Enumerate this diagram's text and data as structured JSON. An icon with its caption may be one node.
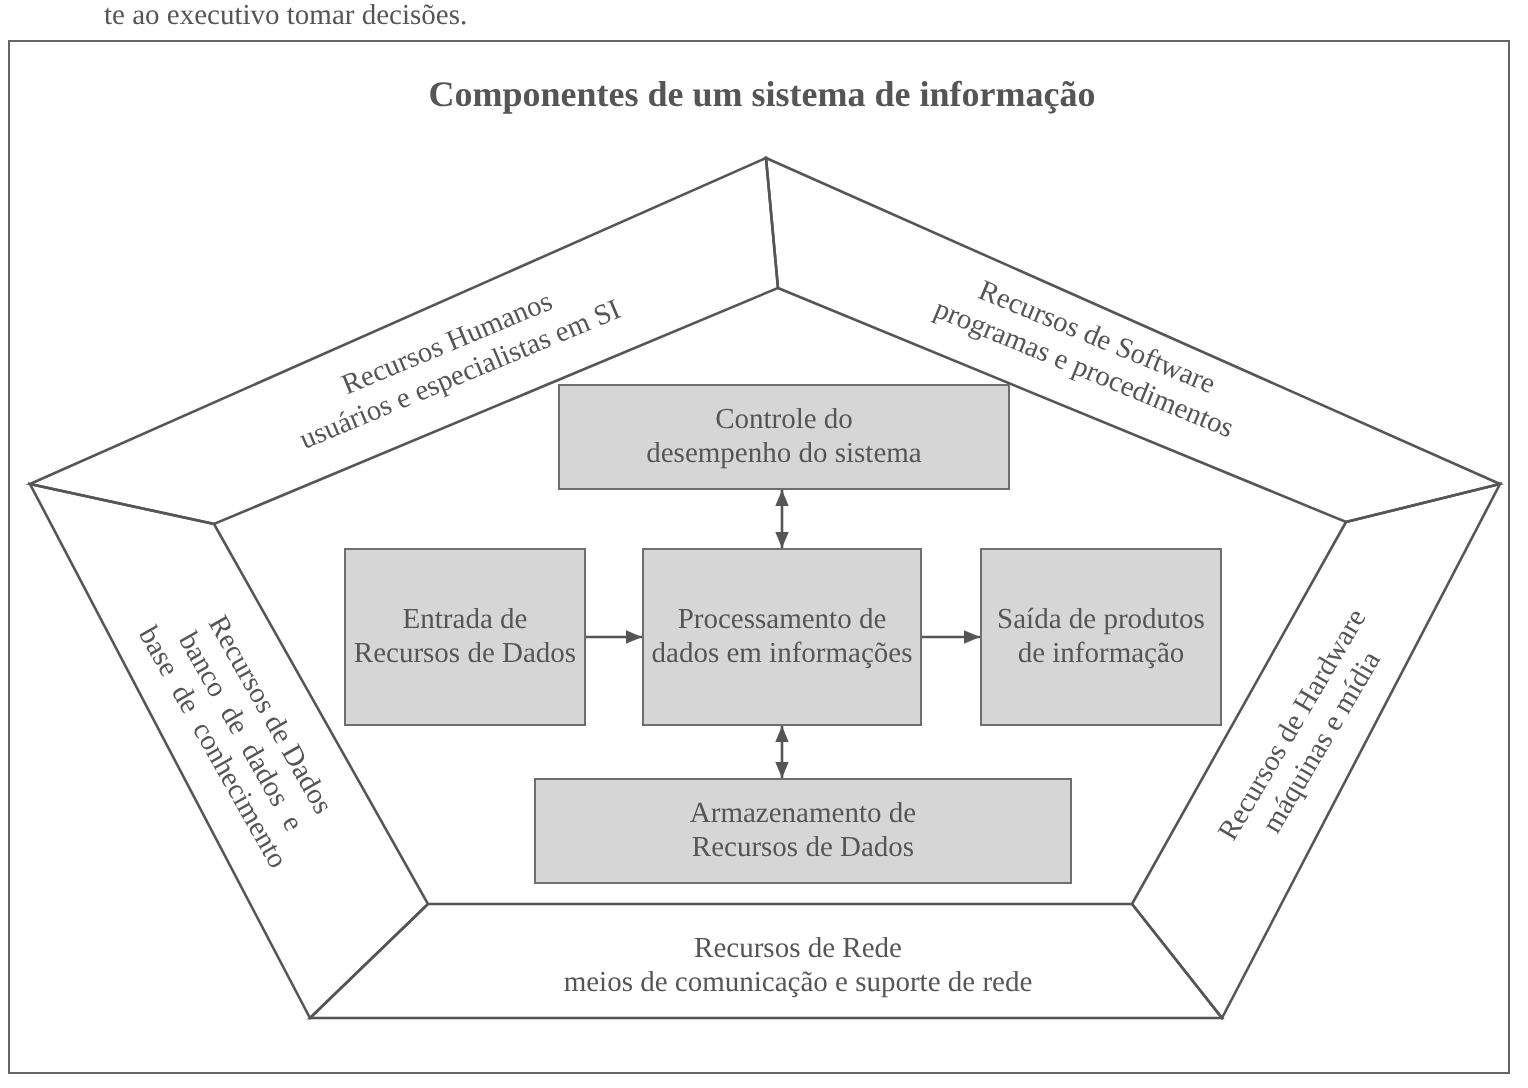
{
  "diagram": {
    "title": "Componentes de um sistema de informação",
    "nodes": [
      {
        "text": [
          "Recursos Humanos",
          "usuários e especialistas em SI"
        ]
      },
      {
        "text": [
          "Recursos de Software",
          "programas e procedimentos"
        ]
      },
      {
        "text": [
          "Controle do desempenho do sistema"
        ]
      },
      {
        "text": [
          "Recursos de Dados",
          "banco de dados e base de conhecimento"
        ]
      },
      {
        "text": [
          "Entrada de Recursos de Dados"
        ]
      },
      {
        "text": [
          "Processamento de dados em informações"
        ]
      },
      {
        "text": [
          "Saída de produtos de informação"
        ]
      },
      {
        "text": [
          "Recursos de Hardware",
          "máquinas e mídia"
        ]
      },
      {
        "text": [
          "Armazenamento de Recursos de Dados"
        ]
      },
      {
        "text": [
          "Recursos de Rede",
          "meios de comunicação e suporte de rede"
        ]
      }
    ],
    "edges": [
      {
        "from": 2,
        "to": 5,
        "arrow": "both"
      },
      {
        "from": 4,
        "to": 5,
        "arrow": "to"
      },
      {
        "from": 5,
        "to": 6,
        "arrow": "to"
      },
      {
        "from": 5,
        "to": 8,
        "arrow": "both"
      }
    ],
    "labels": [
      "te ao executivo tomar decisões."
    ]
  }
}
